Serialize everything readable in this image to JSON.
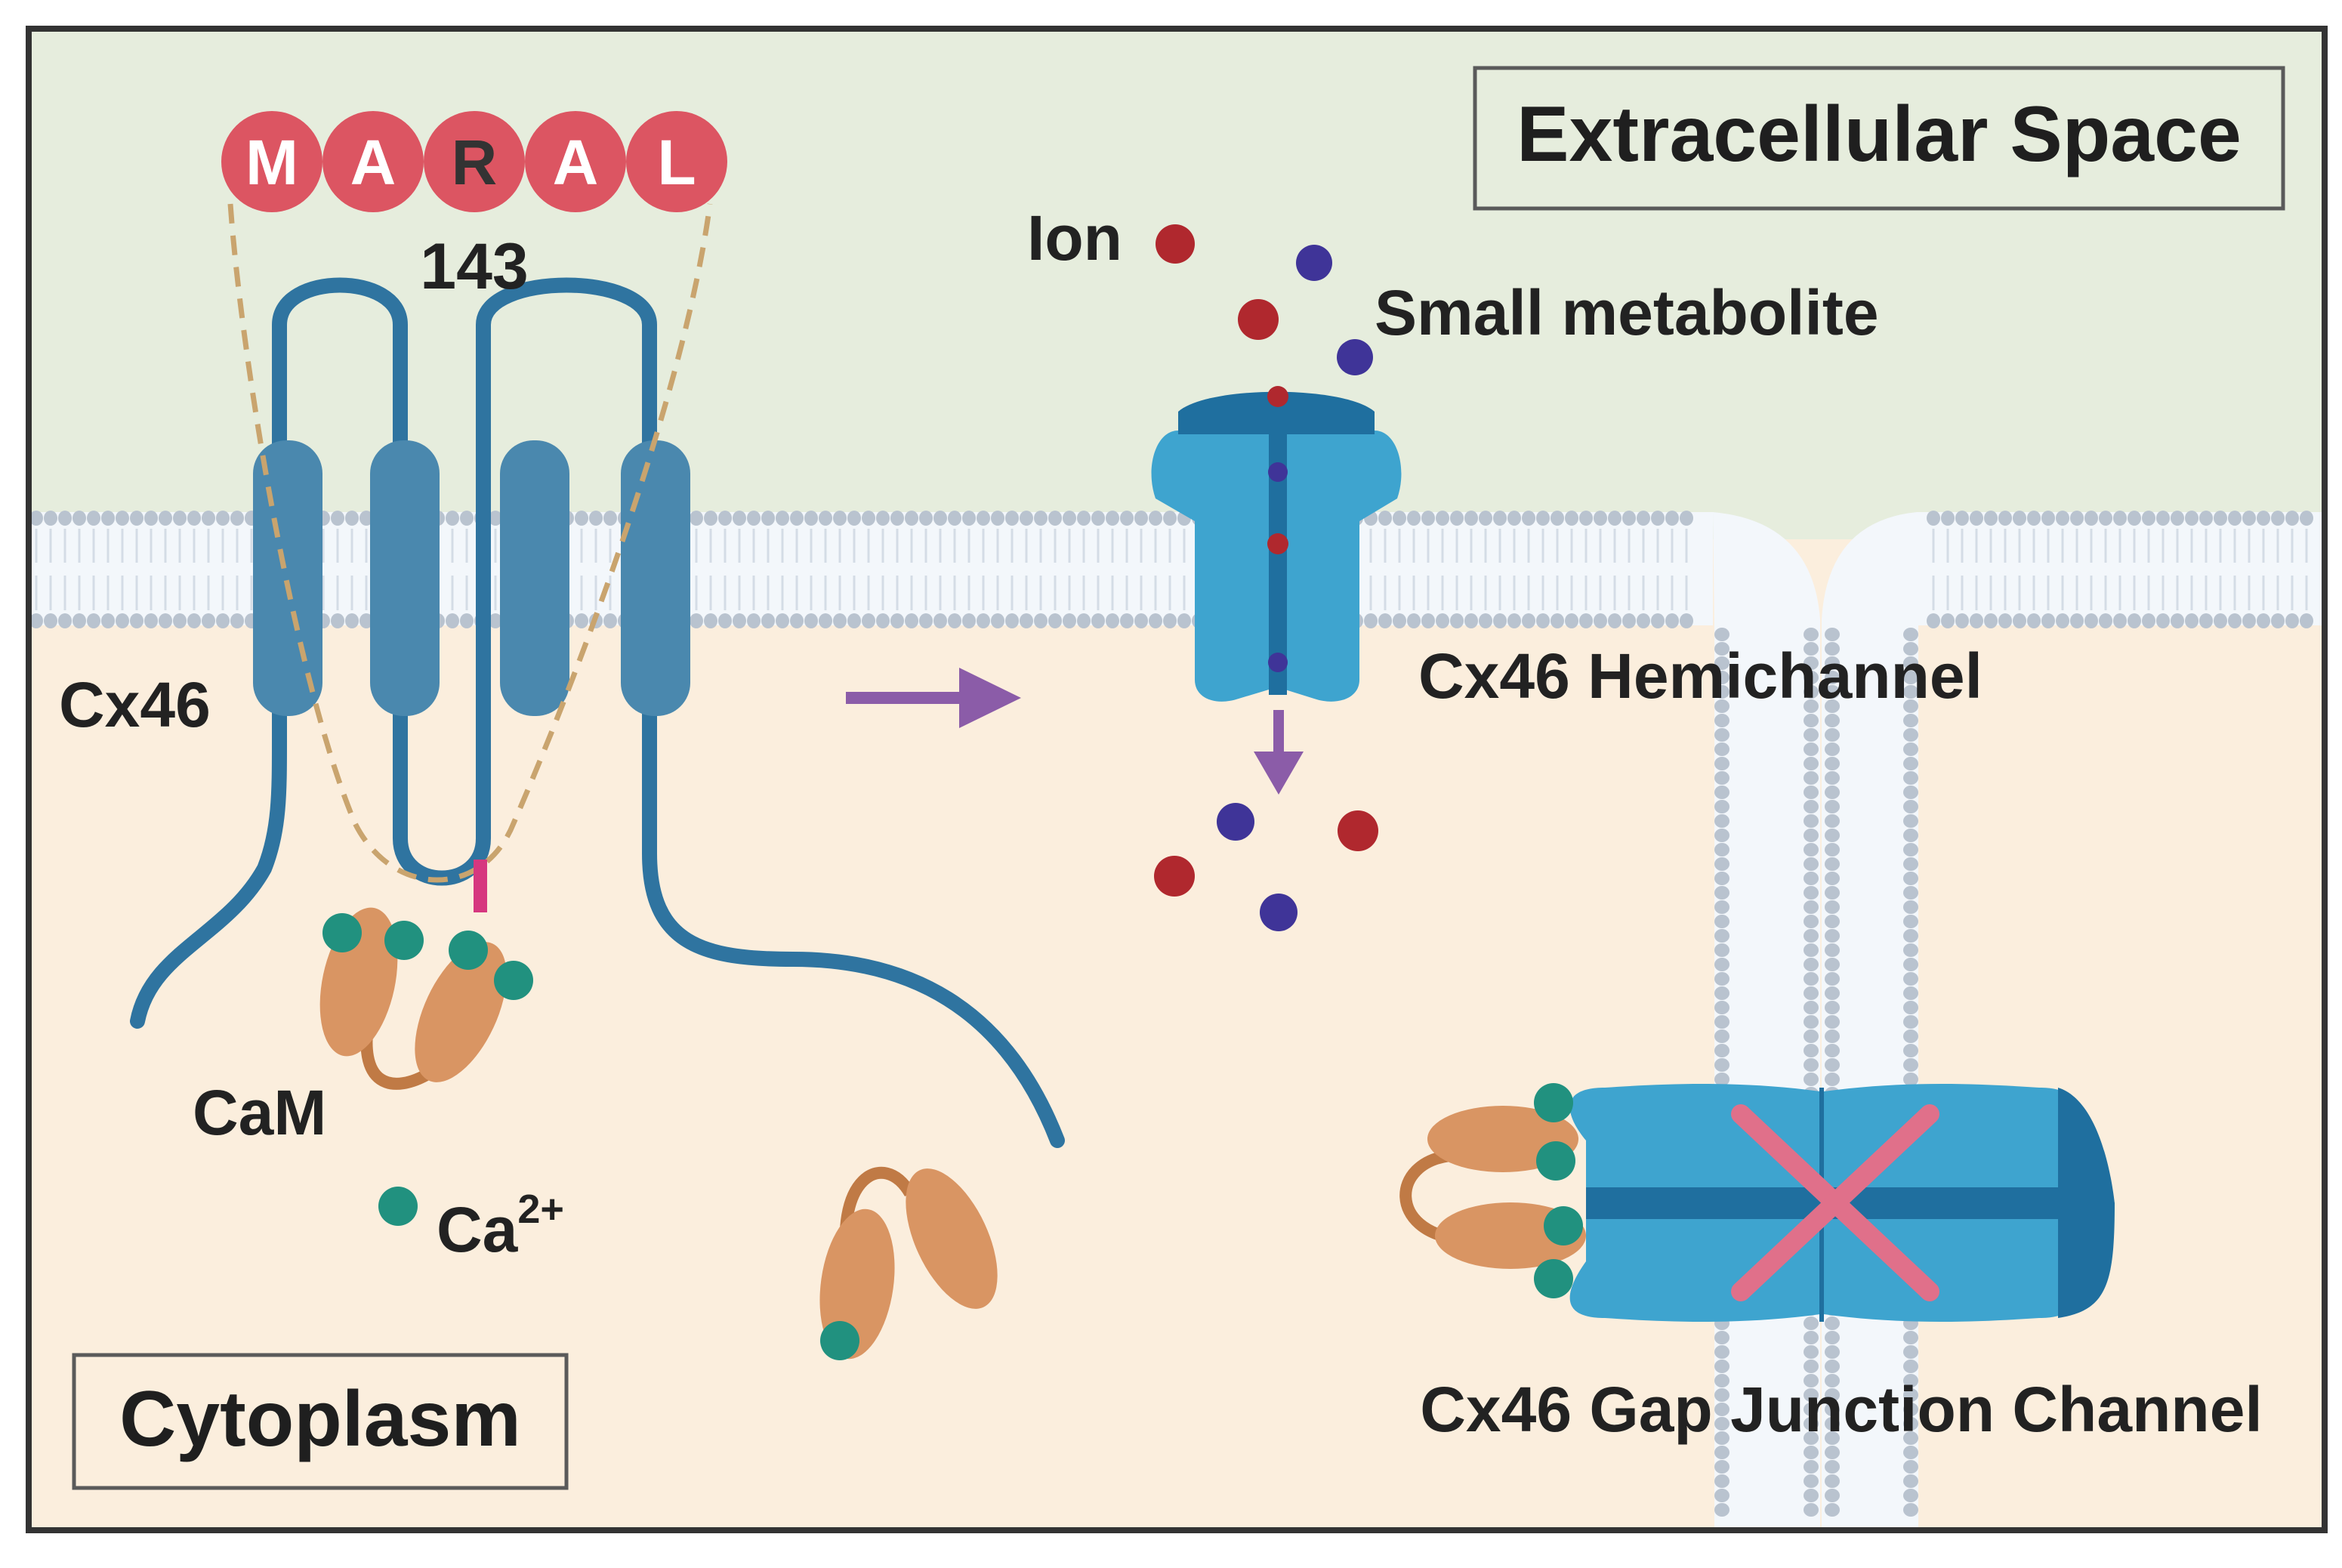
{
  "regions": {
    "extracellular_label": "Extracellular Space",
    "cytoplasm_label": "Cytoplasm"
  },
  "peptide": {
    "residues": [
      "M",
      "A",
      "R",
      "A",
      "L"
    ],
    "position_label": "143"
  },
  "labels": {
    "protein": "Cx46",
    "cam": "CaM",
    "calcium_base": "Ca",
    "calcium_charge": "2+",
    "ion": "Ion",
    "metabolite": "Small metabolite",
    "hemichannel": "Cx46 Hemichannel",
    "gap_junction": "Cx46 Gap Junction Channel"
  },
  "colors": {
    "extracellular_bg": "#e6eddd",
    "cytoplasm_bg": "#fbeedd",
    "protein_blue": "#2f74a0",
    "tm_helix": "#4a88ae",
    "channel_blue": "#3ea4cf",
    "channel_dark": "#1f6f9f",
    "cam_orange": "#d99563",
    "calcium_teal": "#21917f",
    "ion_red": "#b0282e",
    "metabolite_purple": "#3f3498",
    "residue_red": "#dc5562",
    "block_pink": "#e0708a",
    "arrow_purple": "#8b5ca8",
    "lipid": "#b9c3cf"
  }
}
